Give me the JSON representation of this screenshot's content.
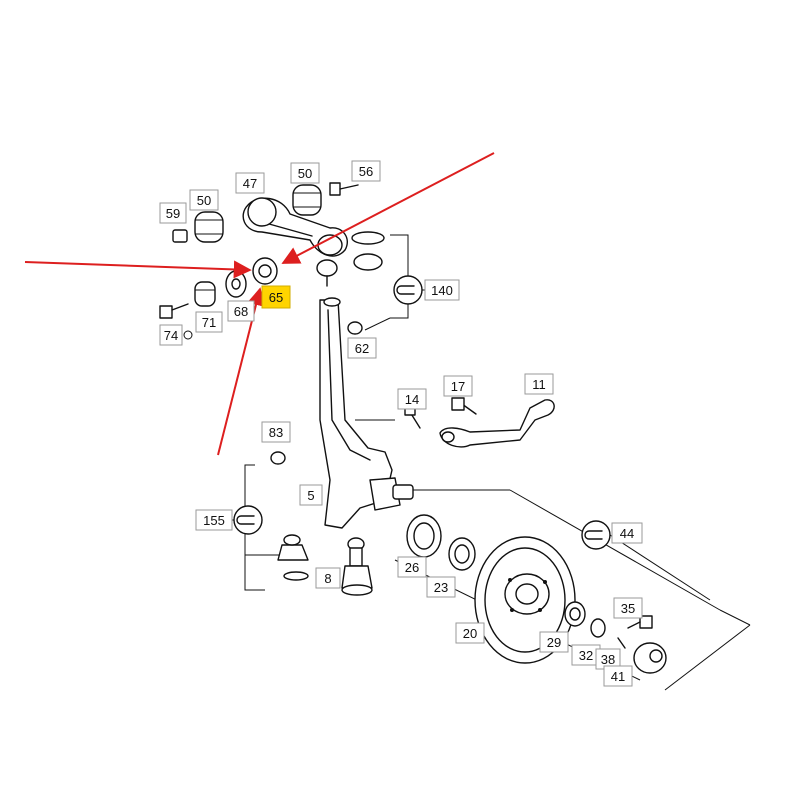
{
  "diagram": {
    "callouts": {
      "c47": "47",
      "c50a": "50",
      "c56": "56",
      "c59": "59",
      "c50b": "50",
      "c140": "140",
      "c74": "74",
      "c71": "71",
      "c68": "68",
      "c65": "65",
      "c62": "62",
      "c14": "14",
      "c17": "17",
      "c11": "11",
      "c83": "83",
      "c5": "5",
      "c155": "155",
      "c44": "44",
      "c26": "26",
      "c23": "23",
      "c8": "8",
      "c20": "20",
      "c35": "35",
      "c29": "29",
      "c32": "32",
      "c38": "38",
      "c41": "41"
    },
    "highlighted_callout": "65",
    "colors": {
      "highlight": "#ffd400",
      "arrow": "#dd1f1f",
      "ink": "#111111",
      "box_border": "#9a9a9a"
    }
  }
}
